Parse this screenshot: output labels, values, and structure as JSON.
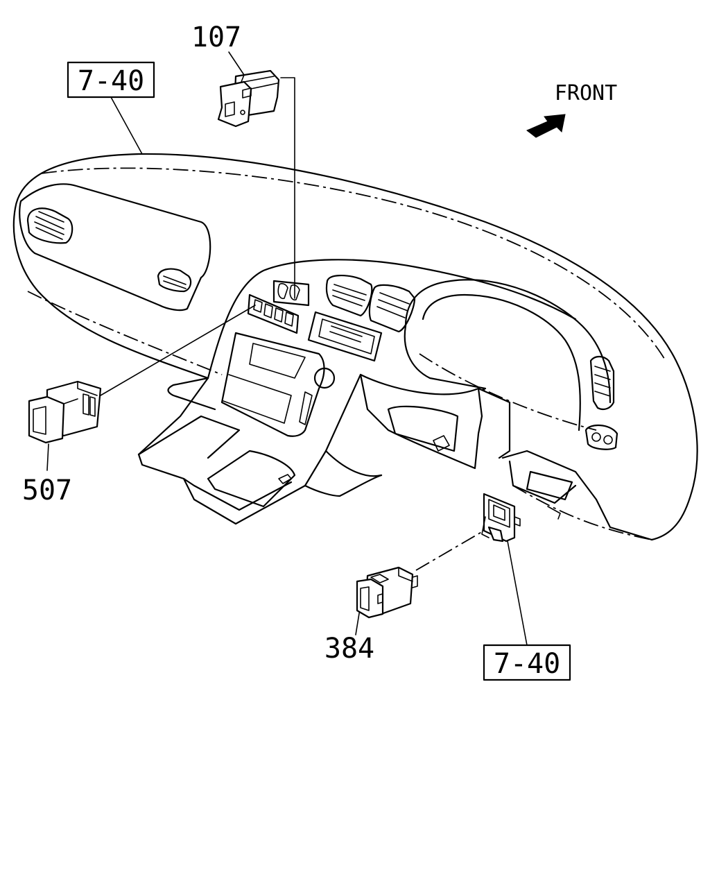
{
  "callouts": {
    "part_107": "107",
    "part_507": "507",
    "part_384": "384",
    "ref_top": "7-40",
    "ref_bottom": "7-40"
  },
  "orientation": {
    "front_label": "FRONT"
  },
  "icons": {
    "front_arrow": "front-arrow-icon"
  },
  "colors": {
    "line": "#000000",
    "background": "#ffffff"
  }
}
